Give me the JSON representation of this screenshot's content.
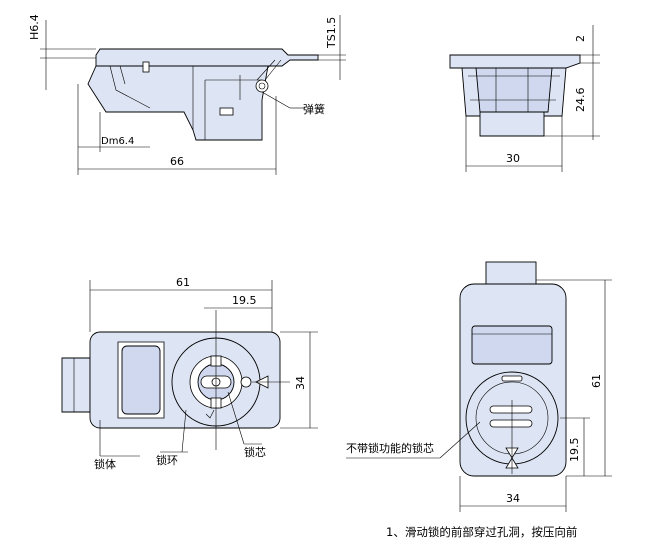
{
  "dimensions": {
    "side_h": "H6.4",
    "side_ts": "TS1.5",
    "side_dm": "Dm6.4",
    "side_len": "66",
    "end_top": "2",
    "end_height": "24.6",
    "end_width": "30",
    "front_len": "61",
    "front_offset": "19.5",
    "front_height": "34",
    "back_height": "61",
    "back_offset": "19.5",
    "back_width": "34"
  },
  "labels": {
    "spring": "弹簧",
    "body": "锁体",
    "ring": "锁环",
    "core": "锁芯",
    "no_lock_core": "不带锁功能的锁芯"
  },
  "note": "1、滑动锁的前部穿过孔洞，按压向前"
}
